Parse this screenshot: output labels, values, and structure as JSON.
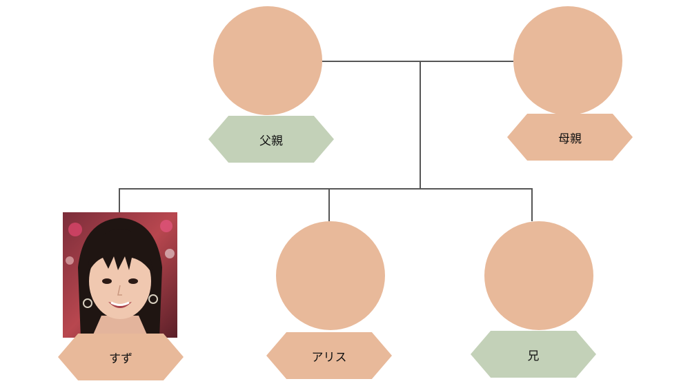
{
  "colors": {
    "avatar_placeholder": "#e8b99a",
    "tag_green": "#c3d1b8",
    "tag_peach": "#e8b99a",
    "connector": "#555555"
  },
  "members": {
    "father": {
      "label": "父親",
      "tag_color": "green",
      "avatar": "placeholder-circle"
    },
    "mother": {
      "label": "母親",
      "tag_color": "peach",
      "avatar": "placeholder-circle"
    },
    "suzu": {
      "label": "すず",
      "tag_color": "peach",
      "avatar": "photo"
    },
    "alice": {
      "label": "アリス",
      "tag_color": "peach",
      "avatar": "placeholder-circle"
    },
    "brother": {
      "label": "兄",
      "tag_color": "green",
      "avatar": "placeholder-circle"
    }
  }
}
